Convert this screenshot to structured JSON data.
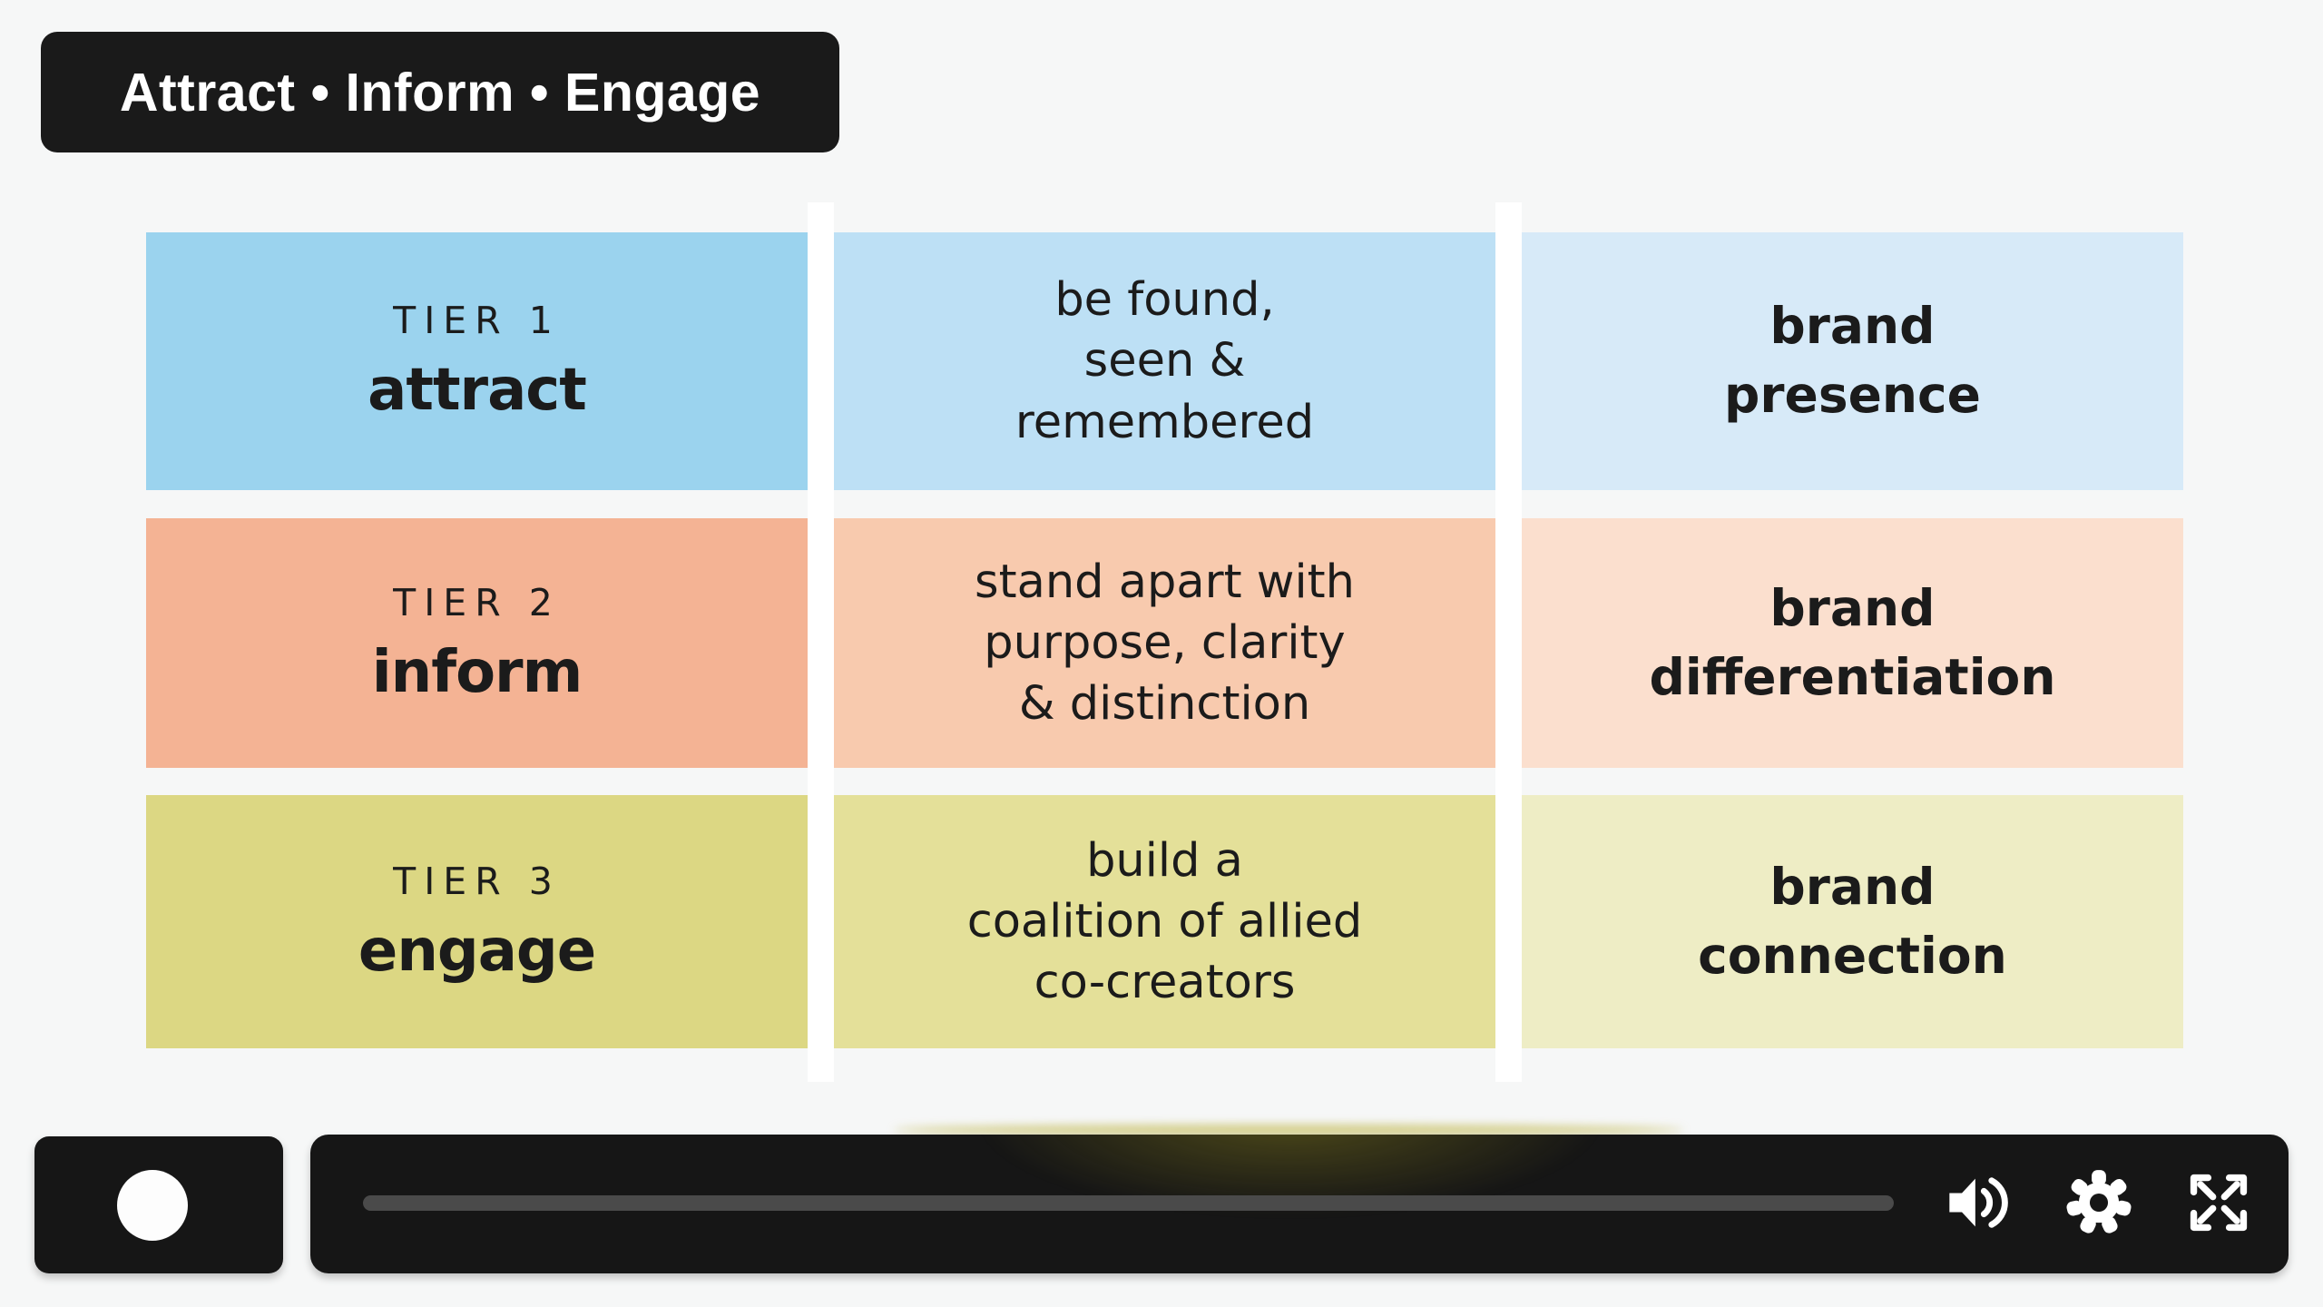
{
  "page": {
    "background": "#f6f7f7",
    "gap_color": "#ffffff"
  },
  "badge": {
    "label": "Attract • Inform • Engage",
    "bg": "#1a1a1a",
    "text_color": "#ffffff"
  },
  "grid": {
    "rows": [
      {
        "tier_label": "TIER 1",
        "keyword": "attract",
        "description": "be found,\nseen &\nremembered",
        "outcome": "brand\npresence",
        "colors": [
          "#9bd3ee",
          "#bde0f5",
          "#d7eaf8"
        ]
      },
      {
        "tier_label": "TIER 2",
        "keyword": "inform",
        "description": "stand apart with\npurpose, clarity\n& distinction",
        "outcome": "brand\ndifferentiation",
        "colors": [
          "#f4b394",
          "#f8caae",
          "#fbdfce"
        ]
      },
      {
        "tier_label": "TIER 3",
        "keyword": "engage",
        "description": "build a\ncoalition of allied\nco-creators",
        "outcome": "brand\nconnection",
        "colors": [
          "#dcd783",
          "#e4e099",
          "#eeedc5"
        ]
      }
    ]
  },
  "player": {
    "bar_bg": "#161616",
    "record_box_bg": "#161616",
    "record_circle_color": "#fdfdfd",
    "progress_track_color": "#4a4a4a",
    "icon_color": "#ffffff",
    "icons": [
      "record-button",
      "volume-icon",
      "settings-gear-icon",
      "fullscreen-icon"
    ]
  }
}
